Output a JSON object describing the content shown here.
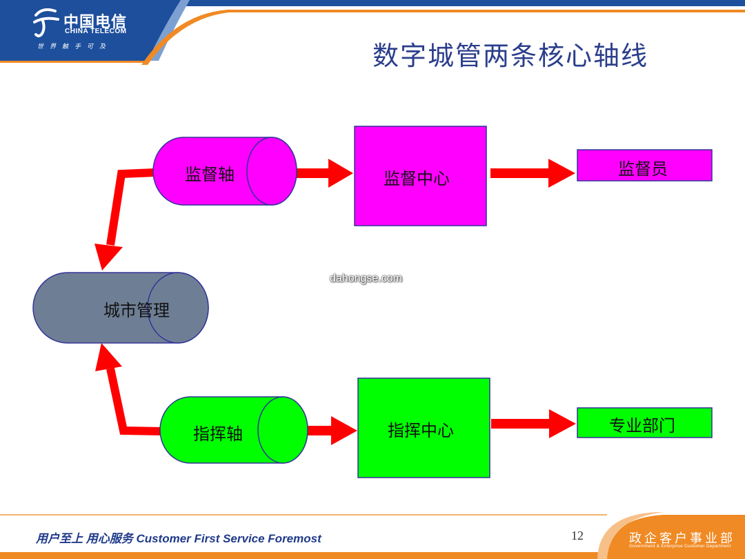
{
  "header": {
    "logo_cn": "中国电信",
    "logo_en": "CHINA TELECOM",
    "logo_tagline": "世界触手可及",
    "title": "数字城管两条核心轴线",
    "brand_blue": "#1d4f9c",
    "accent_orange": "#f08a24"
  },
  "diagram": {
    "center": {
      "label": "城市管理",
      "color": "#6e7f95"
    },
    "top_axis": {
      "label": "监督轴",
      "color": "#ff00ff"
    },
    "top_center": {
      "label": "监督中心",
      "color": "#ff00ff"
    },
    "top_end": {
      "label": "监督员",
      "color": "#ff00ff"
    },
    "bottom_axis": {
      "label": "指挥轴",
      "color": "#00ff00"
    },
    "bottom_center": {
      "label": "指挥中心",
      "color": "#00ff00"
    },
    "bottom_end": {
      "label": "专业部门",
      "color": "#00ff00"
    },
    "arrow_color": "#ff0000",
    "outline_color": "#333399"
  },
  "watermark": "dahongse.com",
  "footer": {
    "slogan": "用户至上  用心服务  Customer First Service Foremost",
    "page_number": "12",
    "department": "政企客户事业部",
    "department_en": "Government & Enterprise Customer Department"
  }
}
